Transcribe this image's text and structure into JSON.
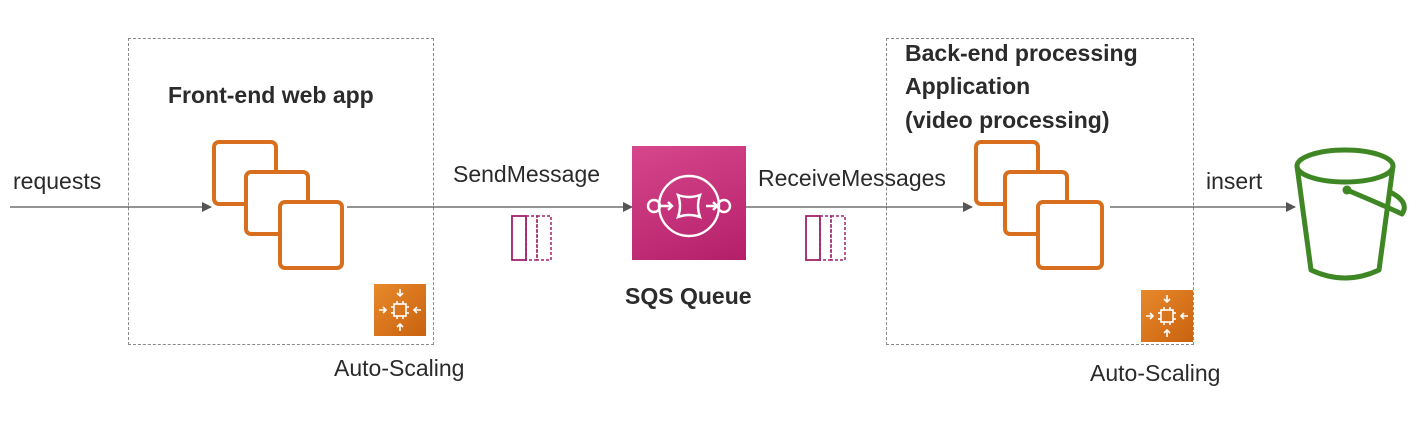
{
  "flow": {
    "requests_label": "requests",
    "send_label": "SendMessage",
    "receive_label": "ReceiveMessages",
    "insert_label": "insert"
  },
  "frontend": {
    "title": "Front-end web app",
    "autoscaling_label": "Auto-Scaling"
  },
  "queue": {
    "title": "SQS Queue"
  },
  "backend": {
    "title_line1": "Back-end processing",
    "title_line2": "Application",
    "title_line3": "(video processing)",
    "autoscaling_label": "Auto-Scaling"
  },
  "colors": {
    "ec2_orange": "#d86f1e",
    "asg_orange": "#d9741c",
    "sqs_pink": "#c62d78",
    "message_purple": "#a0226b",
    "s3_green": "#3f8624",
    "arrow": "#555555",
    "dashed_border": "#8a8a8a"
  },
  "icons": {
    "ec2": "ec2-instances-icon",
    "autoscaling": "auto-scaling-icon",
    "sqs": "sqs-queue-icon",
    "message": "message-stack-icon",
    "s3": "s3-bucket-icon"
  }
}
